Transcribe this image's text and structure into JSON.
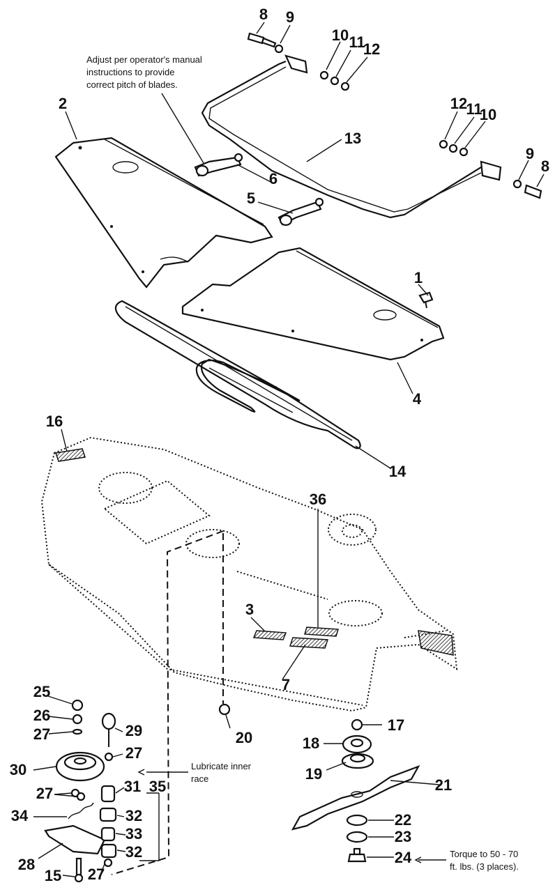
{
  "notes": {
    "adjust_line1": "Adjust per operator's manual",
    "adjust_line2": "instructions to provide",
    "adjust_line3": "correct pitch of blades.",
    "lubricate_line1": "Lubricate inner",
    "lubricate_line2": "race",
    "torque_line1": "Torque to 50 - 70",
    "torque_line2": "ft. lbs. (3 places)."
  },
  "callouts": {
    "c1": "1",
    "c2": "2",
    "c3": "3",
    "c4": "4",
    "c5": "5",
    "c6": "6",
    "c7": "7",
    "c8a": "8",
    "c8b": "8",
    "c9a": "9",
    "c9b": "9",
    "c10a": "10",
    "c10b": "10",
    "c11a": "11",
    "c11b": "11",
    "c12a": "12",
    "c12b": "12",
    "c13": "13",
    "c14": "14",
    "c15": "15",
    "c16": "16",
    "c17": "17",
    "c18": "18",
    "c19": "19",
    "c20": "20",
    "c21": "21",
    "c22": "22",
    "c23": "23",
    "c24": "24",
    "c25": "25",
    "c26": "26",
    "c27a": "27",
    "c27b": "27",
    "c27c": "27",
    "c27d": "27",
    "c28": "28",
    "c29": "29",
    "c30": "30",
    "c31": "31",
    "c32a": "32",
    "c32b": "32",
    "c33": "33",
    "c34": "34",
    "c35": "35",
    "c36": "36"
  }
}
